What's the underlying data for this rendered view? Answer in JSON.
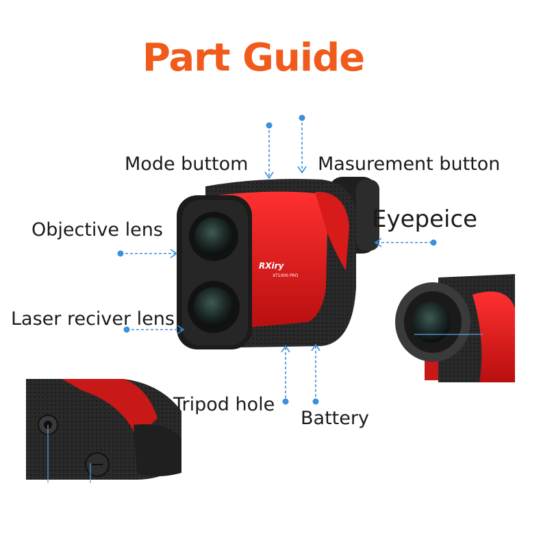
{
  "title": "Part Guide",
  "colors": {
    "title": "#f05a1a",
    "accent": "#e01f1f",
    "body": "#262626",
    "pointer": "#3b8fde"
  },
  "labels": {
    "mode": "Mode buttom",
    "measurement": "Masurement button",
    "objective": "Objective lens",
    "eyepiece": "Eyepeice",
    "laser": "Laser reciver lens",
    "tripod": "Tripod hole",
    "battery": "Battery"
  },
  "device": {
    "brand": "RXiry",
    "model": "XT1000 PRO"
  }
}
